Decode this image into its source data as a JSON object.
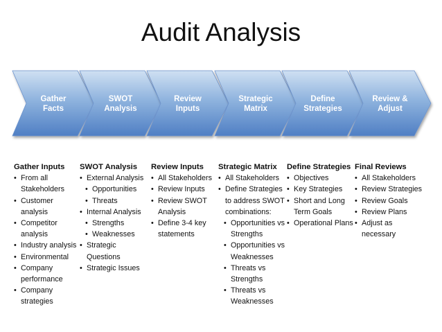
{
  "title": "Audit Analysis",
  "colors": {
    "arrow_light": "#cfe0f2",
    "arrow_mid": "#8fb3de",
    "arrow_dark": "#4f7fc4",
    "text": "#111111"
  },
  "arrows": [
    {
      "line1": "Gather",
      "line2": "Facts"
    },
    {
      "line1": "SWOT",
      "line2": "Analysis"
    },
    {
      "line1": "Review",
      "line2": "Inputs"
    },
    {
      "line1": "Strategic",
      "line2": "Matrix"
    },
    {
      "line1": "Define",
      "line2": "Strategies"
    },
    {
      "line1": "Review &",
      "line2": "Adjust"
    }
  ],
  "columns": [
    {
      "title": "Gather Inputs",
      "lines": [
        {
          "b": "•",
          "t": "From all",
          "lvl": 1
        },
        {
          "t": "Stakeholders",
          "lvl": 1
        },
        {
          "b": "•",
          "t": "Customer",
          "lvl": 1
        },
        {
          "t": "analysis",
          "lvl": 1
        },
        {
          "b": "•",
          "t": "Competitor",
          "lvl": 1
        },
        {
          "t": "analysis",
          "lvl": 1
        },
        {
          "b": "•",
          "t": "Industry analysis",
          "lvl": 1
        },
        {
          "b": "•",
          "t": "Environmental",
          "lvl": 1
        },
        {
          "b": "•",
          "t": "Company",
          "lvl": 1
        },
        {
          "t": "performance",
          "lvl": 1
        },
        {
          "b": "•",
          "t": "Company",
          "lvl": 1
        },
        {
          "t": "strategies",
          "lvl": 1
        }
      ]
    },
    {
      "title": "SWOT Analysis",
      "lines": [
        {
          "b": "•",
          "t": "External Analysis",
          "lvl": 1
        },
        {
          "b": "•",
          "t": "Opportunities",
          "lvl": 2
        },
        {
          "b": "•",
          "t": "Threats",
          "lvl": 2
        },
        {
          "b": "•",
          "t": "Internal Analysis",
          "lvl": 1
        },
        {
          "b": "•",
          "t": "Strengths",
          "lvl": 2
        },
        {
          "b": "•",
          "t": "Weaknesses",
          "lvl": 2
        },
        {
          "b": "•",
          "t": "Strategic",
          "lvl": 1
        },
        {
          "t": "Questions",
          "lvl": 1
        },
        {
          "b": "•",
          "t": "Strategic Issues",
          "lvl": 1
        }
      ]
    },
    {
      "title": "Review Inputs",
      "lines": [
        {
          "b": "•",
          "t": "All Stakeholders",
          "lvl": 1
        },
        {
          "b": "•",
          "t": "Review Inputs",
          "lvl": 1
        },
        {
          "b": "•",
          "t": "Review SWOT",
          "lvl": 1
        },
        {
          "t": "Analysis",
          "lvl": 1
        },
        {
          "b": "•",
          "t": "Define 3-4 key",
          "lvl": 1
        },
        {
          "t": "statements",
          "lvl": 1
        }
      ]
    },
    {
      "title": "Strategic Matrix",
      "lines": [
        {
          "b": "•",
          "t": "All Stakeholders",
          "lvl": 1
        },
        {
          "b": "•",
          "t": "Define Strategies",
          "lvl": 1
        },
        {
          "t": "to address SWOT",
          "lvl": 1
        },
        {
          "t": "combinations:",
          "lvl": 1
        },
        {
          "b": "•",
          "t": "Opportunities vs",
          "lvl": 2
        },
        {
          "t": "Strengths",
          "lvl": 2
        },
        {
          "b": "•",
          "t": "Opportunities vs",
          "lvl": 2
        },
        {
          "t": "Weaknesses",
          "lvl": 2
        },
        {
          "b": "•",
          "t": "Threats vs",
          "lvl": 2
        },
        {
          "t": "Strengths",
          "lvl": 2
        },
        {
          "b": "•",
          "t": "Threats vs",
          "lvl": 2
        },
        {
          "t": "Weaknesses",
          "lvl": 2
        }
      ]
    },
    {
      "title": "Define Strategies",
      "lines": [
        {
          "b": "•",
          "t": "Objectives",
          "lvl": 1
        },
        {
          "b": "•",
          "t": "Key Strategies",
          "lvl": 1
        },
        {
          "b": "•",
          "t": "Short and Long",
          "lvl": 1
        },
        {
          "t": "Term Goals",
          "lvl": 1
        },
        {
          "b": "•",
          "t": "Operational Plans",
          "lvl": 1
        }
      ]
    },
    {
      "title": "Final Reviews",
      "lines": [
        {
          "b": "•",
          "t": "All Stakeholders",
          "lvl": 1
        },
        {
          "b": "•",
          "t": "Review Strategies",
          "lvl": 1
        },
        {
          "b": "•",
          "t": "Review Goals",
          "lvl": 1
        },
        {
          "b": "•",
          "t": "Review Plans",
          "lvl": 1
        },
        {
          "b": "•",
          "t": "Adjust as",
          "lvl": 1
        },
        {
          "t": "necessary",
          "lvl": 1
        }
      ]
    }
  ]
}
